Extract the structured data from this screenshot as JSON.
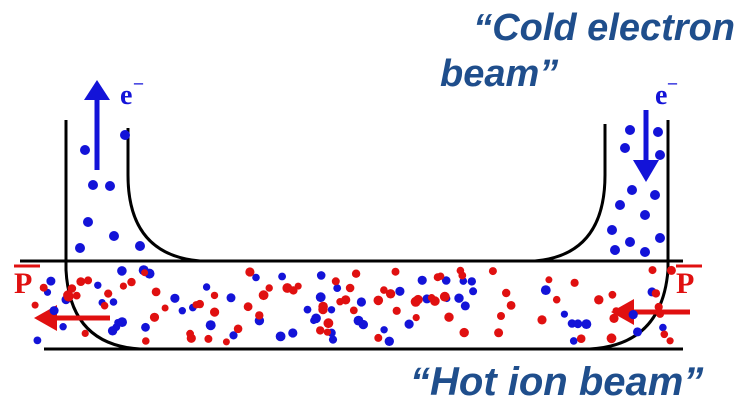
{
  "captions": {
    "cold_line1": "“Cold electron",
    "cold_line2": "beam”",
    "hot": "“Hot ion beam”"
  },
  "labels": {
    "electron_symbol": "e",
    "electron_charge": "–",
    "antiproton_symbol": "P"
  },
  "colors": {
    "caption": "#1f4e8c",
    "electron": "#1313d8",
    "ion": "#e01010",
    "line": "#000000"
  }
}
